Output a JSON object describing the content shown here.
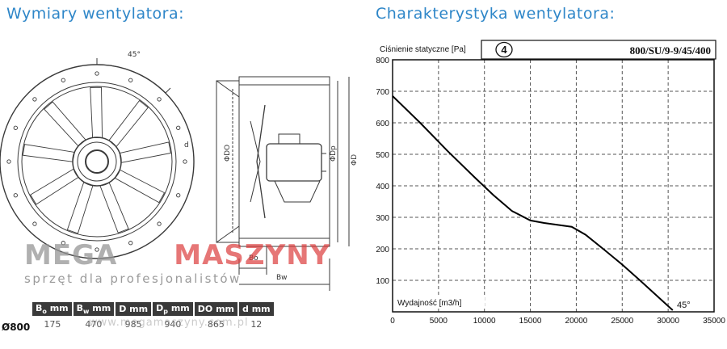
{
  "left": {
    "title": "Wymiary wentylatora:",
    "angle_label": "45°",
    "d_label": "d",
    "do_label": "ΦDO",
    "dp_label": "ΦDp",
    "dd_label": "ΦD",
    "bo_label": "Bo",
    "bw_label": "Bw",
    "table": {
      "row_label": "Ø800",
      "headers": [
        {
          "main": "B",
          "sub": "o",
          "unit": " mm"
        },
        {
          "main": "B",
          "sub": "w",
          "unit": " mm"
        },
        {
          "main": "D",
          "sub": "",
          "unit": " mm"
        },
        {
          "main": "D",
          "sub": "p",
          "unit": " mm"
        },
        {
          "main": "DO",
          "sub": "",
          "unit": " mm"
        },
        {
          "main": "d",
          "sub": "",
          "unit": " mm"
        }
      ],
      "values": [
        "175",
        "470",
        "985",
        "940",
        "865",
        "12"
      ]
    }
  },
  "watermark": {
    "word1": "MEGA",
    "word2": "MASZYNY",
    "tagline": "sprzęt dla profesjonalistów",
    "url": "www.megamaszyny.com.pl"
  },
  "right": {
    "title": "Charakterystyka wentylatora:",
    "badge": "4",
    "model": "800/SU/9-9/45/400",
    "chart_data": {
      "type": "line",
      "ylabel": "Ciśnienie statyczne [Pa]",
      "xlabel": "Wydajność [m3/h]",
      "xlim": [
        0,
        35000
      ],
      "ylim": [
        0,
        800
      ],
      "xticks": [
        0,
        5000,
        10000,
        15000,
        20000,
        25000,
        30000,
        35000
      ],
      "yticks": [
        100,
        200,
        300,
        400,
        500,
        600,
        700,
        800
      ],
      "grid": true,
      "annotation": "45°",
      "series": [
        {
          "x": [
            0,
            3000,
            6000,
            9000,
            11000,
            13000,
            15000,
            16500,
            18000,
            19500,
            21000,
            23000,
            25000,
            27000,
            29000,
            30500
          ],
          "values": [
            685,
            600,
            510,
            425,
            370,
            320,
            290,
            282,
            276,
            270,
            245,
            198,
            150,
            98,
            45,
            5
          ]
        }
      ]
    }
  }
}
